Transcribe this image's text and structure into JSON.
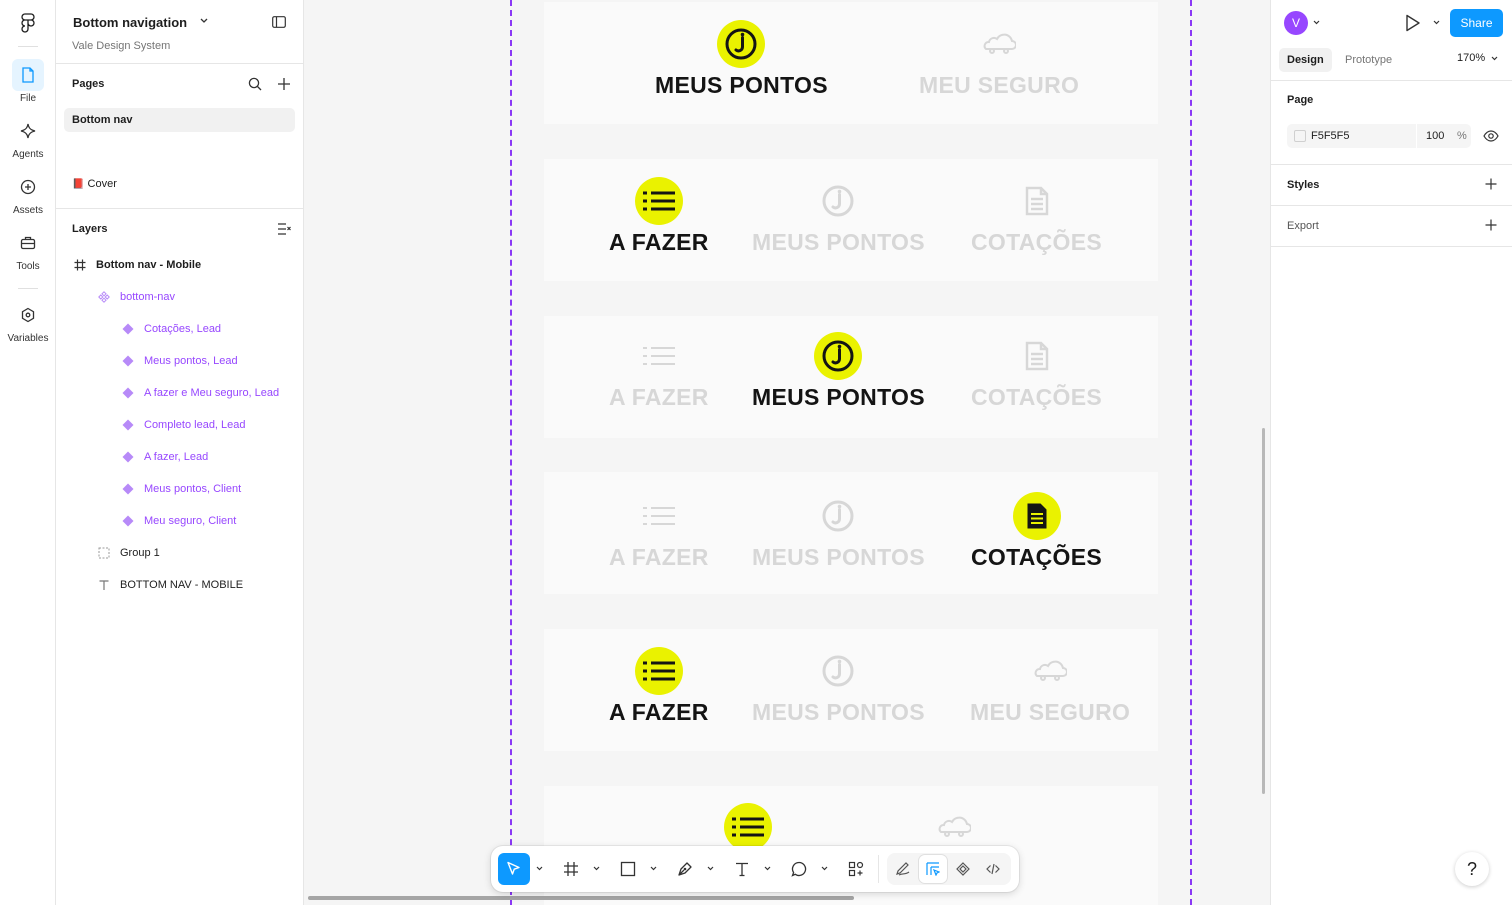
{
  "rail": {
    "items": [
      {
        "label": "File",
        "icon": "file-icon"
      },
      {
        "label": "Agents",
        "icon": "agents-icon"
      },
      {
        "label": "Assets",
        "icon": "assets-icon"
      },
      {
        "label": "Tools",
        "icon": "tools-icon"
      },
      {
        "label": "Variables",
        "icon": "variables-icon"
      }
    ]
  },
  "file": {
    "title": "Bottom navigation",
    "subtitle": "Vale Design System"
  },
  "pages": {
    "title": "Pages",
    "items": [
      "Bottom nav",
      "Cover"
    ],
    "cover_emoji": "📕"
  },
  "layers": {
    "title": "Layers",
    "items": [
      {
        "label": "Bottom nav - Mobile",
        "icon": "frame-icon"
      },
      {
        "label": "bottom-nav",
        "icon": "component-set-icon"
      },
      {
        "label": "Cotações, Lead",
        "icon": "variant-icon"
      },
      {
        "label": "Meus pontos, Lead",
        "icon": "variant-icon"
      },
      {
        "label": "A fazer e Meu seguro, Lead",
        "icon": "variant-icon"
      },
      {
        "label": "Completo lead, Lead",
        "icon": "variant-icon"
      },
      {
        "label": "A fazer, Lead",
        "icon": "variant-icon"
      },
      {
        "label": "Meus pontos, Client",
        "icon": "variant-icon"
      },
      {
        "label": "Meu seguro, Client",
        "icon": "variant-icon"
      },
      {
        "label": "Group 1",
        "icon": "group-icon"
      },
      {
        "label": "BOTTOM NAV - MOBILE",
        "icon": "text-icon"
      }
    ]
  },
  "canvas": {
    "labels": {
      "a_fazer": "A FAZER",
      "meus_pontos": "MEUS PONTOS",
      "cotacoes": "COTAÇÕES",
      "meu_seguro": "MEU SEGURO"
    },
    "colors": {
      "accent": "#EAF200",
      "canvas_bg": "#F5F5F5",
      "frame_bg": "#FAFAFA",
      "guide": "#8A38F5"
    }
  },
  "right": {
    "avatar_initial": "V",
    "share_label": "Share",
    "tabs": [
      "Design",
      "Prototype"
    ],
    "zoom": "170%",
    "page_section": "Page",
    "fill_hex": "F5F5F5",
    "fill_opacity": "100",
    "fill_percent": "%",
    "styles_section": "Styles",
    "export_section": "Export",
    "help": "?"
  },
  "colors": {
    "brand": "#0D99FF",
    "purple": "#9747FF"
  }
}
